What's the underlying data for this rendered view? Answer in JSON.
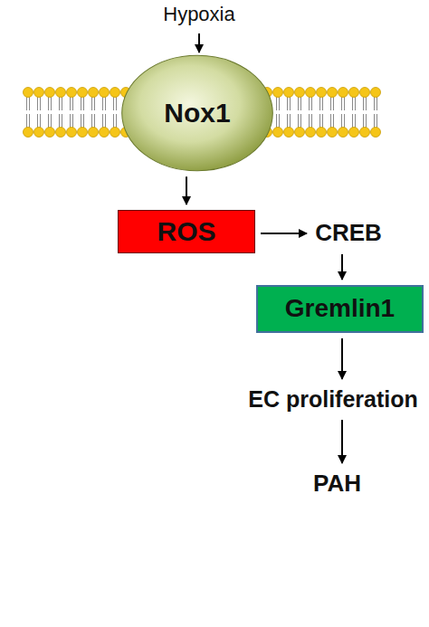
{
  "diagram": {
    "nodes": [
      {
        "text": [
          "Hypoxia"
        ]
      },
      {
        "text": [
          "Nox1"
        ]
      },
      {
        "text": [
          "ROS"
        ]
      },
      {
        "text": [
          "CREB"
        ]
      },
      {
        "text": [
          "Gremlin1"
        ]
      },
      {
        "text": [
          "EC proliferation"
        ]
      },
      {
        "text": [
          "PAH"
        ]
      }
    ],
    "edges": [
      {
        "from": 0,
        "to": 1,
        "arrow": "to"
      },
      {
        "from": 1,
        "to": 2,
        "arrow": "to"
      },
      {
        "from": 2,
        "to": 3,
        "arrow": "to"
      },
      {
        "from": 3,
        "to": 4,
        "arrow": "to"
      },
      {
        "from": 4,
        "to": 5,
        "arrow": "to"
      },
      {
        "from": 5,
        "to": 6,
        "arrow": "to"
      }
    ]
  }
}
